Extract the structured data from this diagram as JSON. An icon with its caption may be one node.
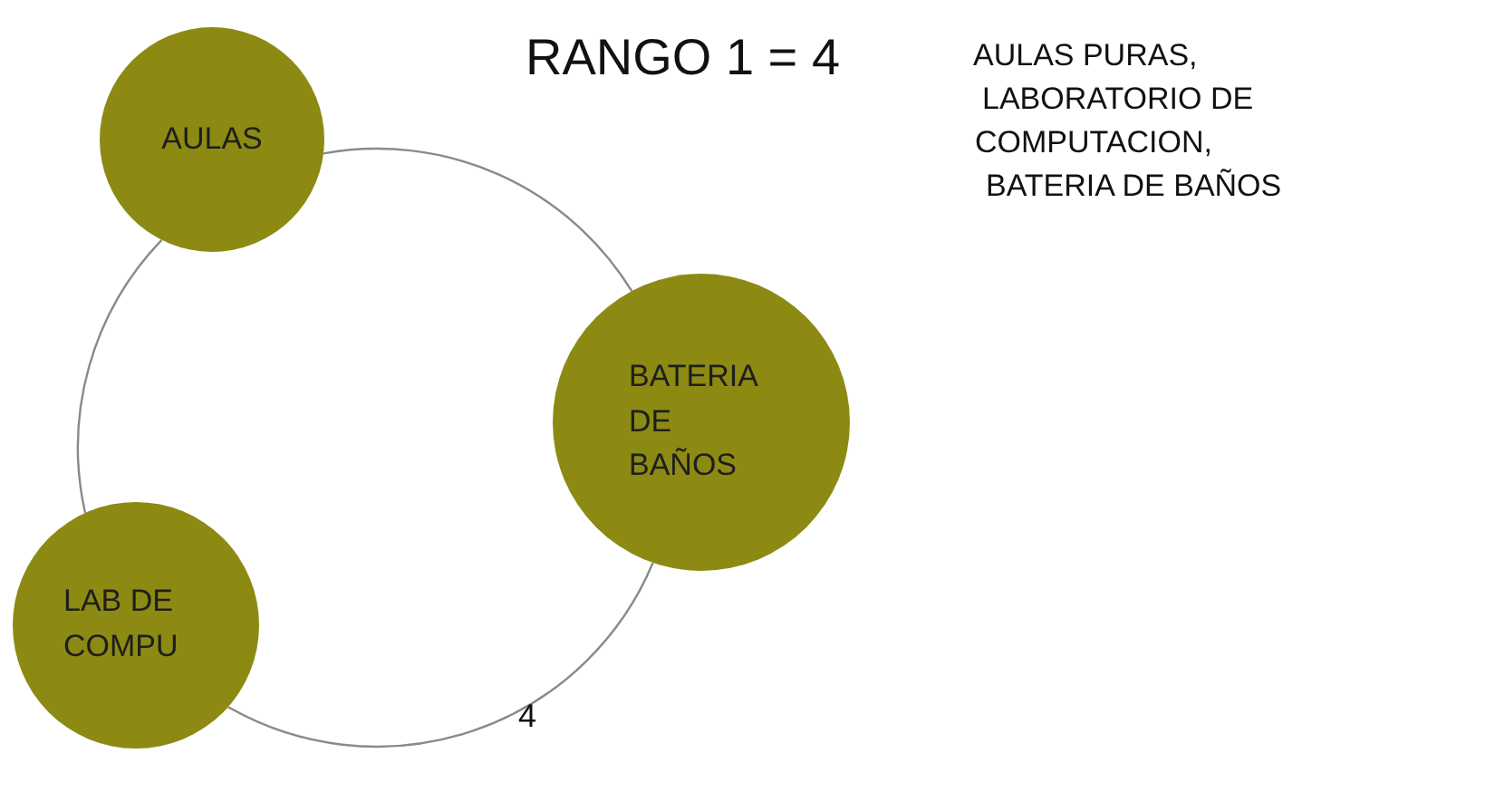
{
  "diagram": {
    "nodes": [
      {
        "text": [
          "AULAS"
        ]
      },
      {
        "text": [
          "BATERIA DE BAÑOS"
        ]
      },
      {
        "text": [
          "LAB DE COMPU"
        ]
      }
    ],
    "edges": [
      {
        "from": 0,
        "to": 1,
        "arrow": "none"
      },
      {
        "from": 1,
        "to": 2,
        "arrow": "none"
      },
      {
        "from": 2,
        "to": 0,
        "arrow": "none"
      }
    ],
    "labels": [
      "RANGO 1 = 4",
      "AULAS PURAS,",
      "LABORATORIO DE",
      "COMPUTACION,",
      "BATERIA DE BAÑOS",
      "4"
    ]
  }
}
